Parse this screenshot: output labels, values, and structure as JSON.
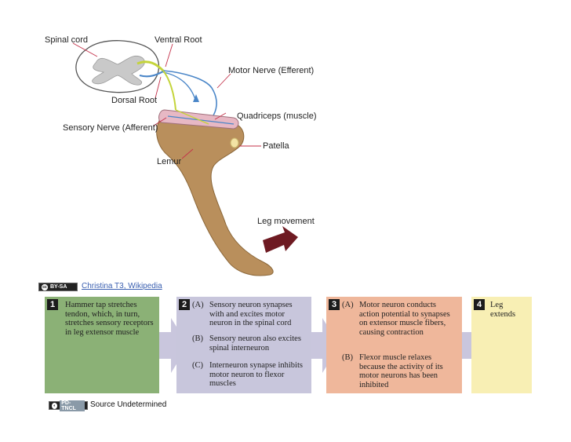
{
  "diagram": {
    "labels": {
      "spinal_cord": "Spinal cord",
      "ventral_root": "Ventral Root",
      "motor_nerve": "Motor Nerve (Efferent)",
      "dorsal_root": "Dorsal Root",
      "quadriceps": "Quadriceps (muscle)",
      "sensory_nerve": "Sensory Nerve (Afferent)",
      "patella": "Patella",
      "lemur": "Lemur",
      "leg_movement": "Leg movement"
    },
    "colors": {
      "leg": "#b98f5c",
      "leg_edge": "#8a6638",
      "gray_matter": "#c9c9c9",
      "motor_nerve": "#4a86c8",
      "sensory_nerve": "#c4d43a",
      "arrow": "#6e1a22",
      "leader": "#c4314a"
    }
  },
  "credits": {
    "top": {
      "license": "BY-SA",
      "text": "Christina T3, Wikipedia"
    },
    "bottom": {
      "license": "PD-TNCL",
      "text": "Source Undetermined"
    }
  },
  "flow": {
    "colors": {
      "step1": "#8bb176",
      "step2": "#c8c6dc",
      "step3": "#efb79b",
      "step4": "#f8efb4",
      "arrow": "#c9c6dd"
    },
    "steps": [
      {
        "num": "1",
        "text": "Hammer tap stretches tendon, which, in turn, stretches sensory receptors in leg extensor muscle"
      },
      {
        "num": "2",
        "items": [
          {
            "key": "(A)",
            "text": "Sensory neuron synapses with and excites motor neuron in the spinal cord"
          },
          {
            "key": "(B)",
            "text": "Sensory neuron also excites spinal interneuron"
          },
          {
            "key": "(C)",
            "text": "Interneuron synapse inhibits motor neuron to flexor muscles"
          }
        ]
      },
      {
        "num": "3",
        "items": [
          {
            "key": "(A)",
            "text": "Motor neuron conducts action potential to synapses on extensor muscle fibers, causing contraction"
          },
          {
            "key": "(B)",
            "text": "Flexor muscle relaxes because the activity of its motor neurons has been inhibited"
          }
        ]
      },
      {
        "num": "4",
        "text": "Leg extends"
      }
    ]
  }
}
